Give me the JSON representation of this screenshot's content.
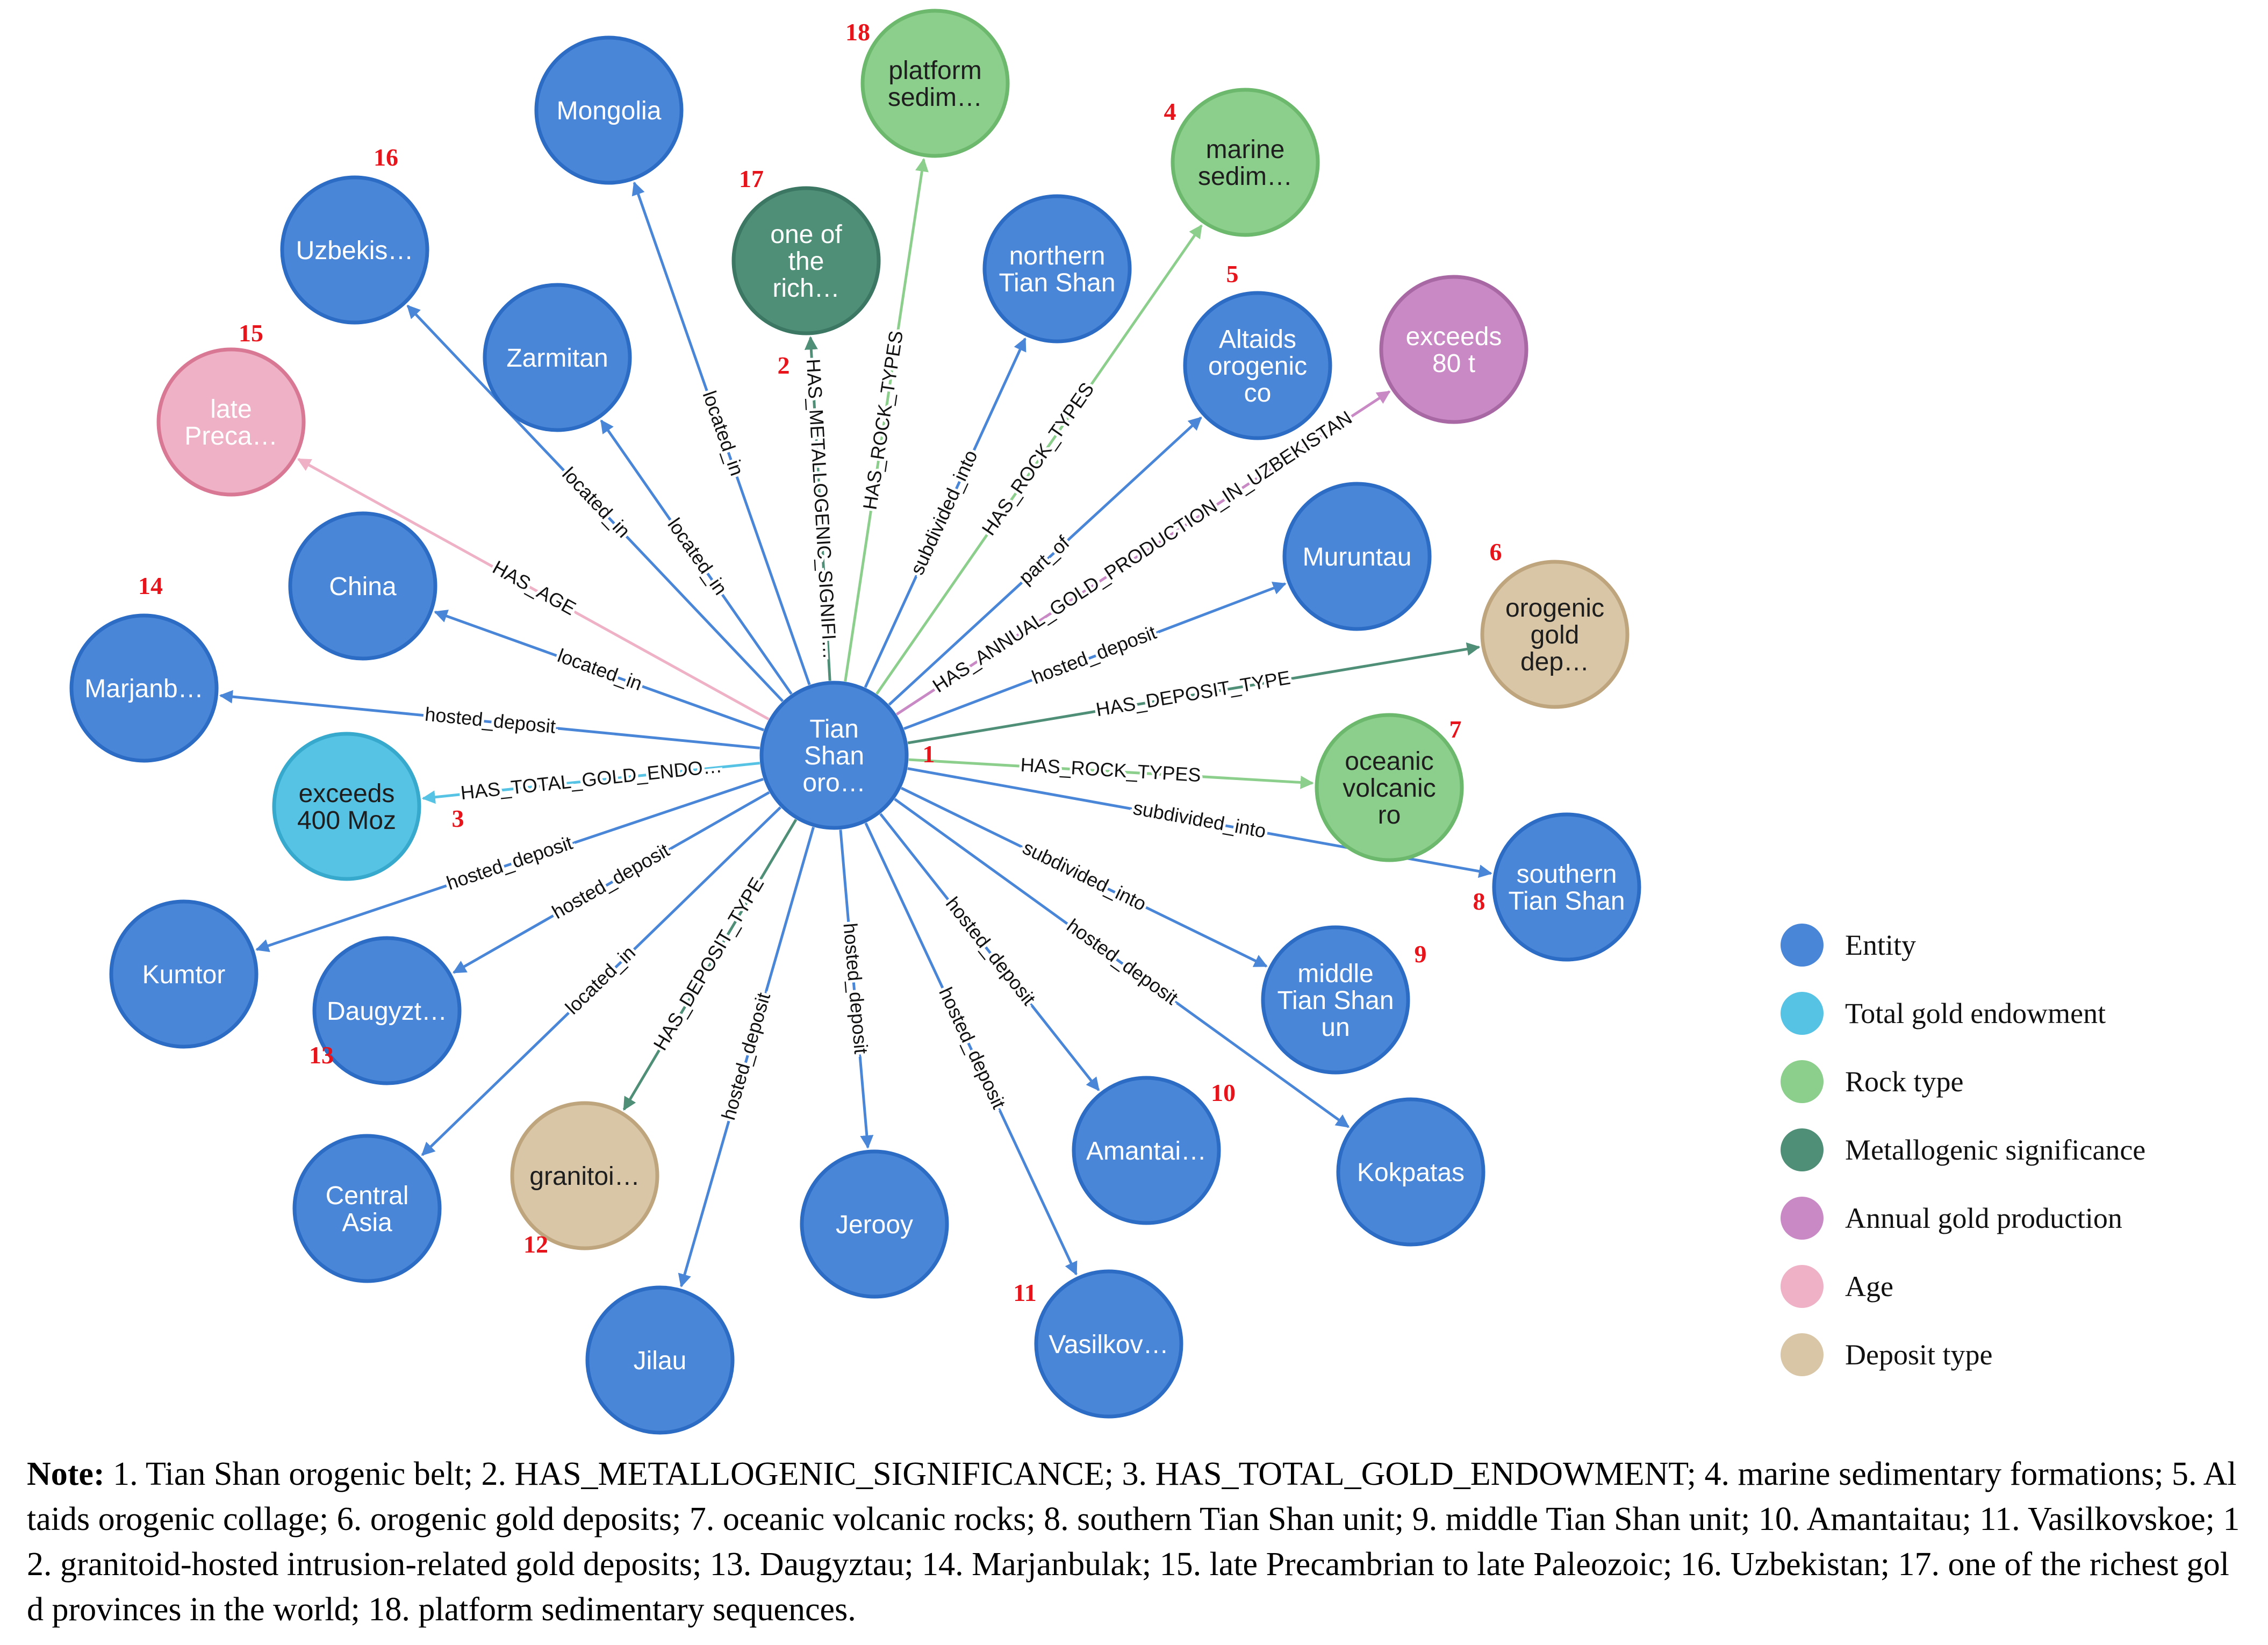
{
  "colors": {
    "Entity": "#4a86d8",
    "Total gold endowment": "#56c3e4",
    "Rock type": "#8cce8c",
    "Metallogenic significance": "#4f8f78",
    "Annual gold production": "#c889c4",
    "Age": "#eeb1c6",
    "Deposit type": "#d8c6a6"
  },
  "strokes": {
    "Entity": "#2c6cc4",
    "Total gold endowment": "#36a9cc",
    "Rock type": "#6cb86c",
    "Metallogenic significance": "#3b7762",
    "Annual gold production": "#a868a4",
    "Age": "#d97895",
    "Deposit type": "#bea57d"
  },
  "edge_colors": {
    "Entity": "#4a86d8",
    "Total gold endowment": "#56c3e4",
    "Rock type": "#8cce8c",
    "Metallogenic significance": "#4f8f78",
    "Annual gold production": "#c889c4",
    "Age": "#eeb1c6",
    "Deposit type": "#4f8f78"
  },
  "center": {
    "id": "tianshan",
    "lines": [
      "Tian",
      "Shan",
      "oro…"
    ],
    "type": "Entity",
    "number": "1"
  },
  "nodes": [
    {
      "id": "mongolia",
      "lines": [
        "Mongolia"
      ],
      "type": "Entity",
      "edge": "located_in",
      "number": ""
    },
    {
      "id": "platform",
      "lines": [
        "platform",
        "sedim…"
      ],
      "type": "Rock type",
      "edge": "HAS_ROCK_TYPES",
      "number": "18"
    },
    {
      "id": "marine",
      "lines": [
        "marine",
        "sedim…"
      ],
      "type": "Rock type",
      "edge": "HAS_ROCK_TYPES",
      "number": "4"
    },
    {
      "id": "uzbekistan",
      "lines": [
        "Uzbekis…"
      ],
      "type": "Entity",
      "edge": "located_in",
      "number": "16"
    },
    {
      "id": "richest",
      "lines": [
        "one of",
        "the",
        "rich…"
      ],
      "type": "Metallogenic significance",
      "edge": "HAS_METALLOGENIC_SIGNIFI…",
      "number": "17",
      "edge_number": "2"
    },
    {
      "id": "northern",
      "lines": [
        "northern",
        "Tian Shan"
      ],
      "type": "Entity",
      "edge": "subdivided_into",
      "number": ""
    },
    {
      "id": "zarmitan",
      "lines": [
        "Zarmitan"
      ],
      "type": "Entity",
      "edge": "located_in",
      "number": ""
    },
    {
      "id": "altaids",
      "lines": [
        "Altaids",
        "orogenic",
        "co"
      ],
      "type": "Entity",
      "edge": "part_of",
      "number": "5"
    },
    {
      "id": "exceeds80",
      "lines": [
        "exceeds",
        "80 t"
      ],
      "type": "Annual gold production",
      "edge": "HAS_ANNUAL_GOLD_PRODUCTION_IN_UZBEKISTAN",
      "number": ""
    },
    {
      "id": "lateprec",
      "lines": [
        "late",
        "Preca…"
      ],
      "type": "Age",
      "edge": "HAS_AGE",
      "number": "15"
    },
    {
      "id": "china",
      "lines": [
        "China"
      ],
      "type": "Entity",
      "edge": "located_in",
      "number": ""
    },
    {
      "id": "muruntau",
      "lines": [
        "Muruntau"
      ],
      "type": "Entity",
      "edge": "hosted_deposit",
      "number": ""
    },
    {
      "id": "orogenic",
      "lines": [
        "orogenic",
        "gold",
        "dep…"
      ],
      "type": "Deposit type",
      "edge": "HAS_DEPOSIT_TYPE",
      "number": "6"
    },
    {
      "id": "marjanbulak",
      "lines": [
        "Marjanb…"
      ],
      "type": "Entity",
      "edge": "hosted_deposit",
      "number": "14"
    },
    {
      "id": "oceanic",
      "lines": [
        "oceanic",
        "volcanic",
        "ro"
      ],
      "type": "Rock type",
      "edge": "HAS_ROCK_TYPES",
      "number": "7"
    },
    {
      "id": "exceeds400",
      "lines": [
        "exceeds",
        "400 Moz"
      ],
      "type": "Total gold endowment",
      "edge": "HAS_TOTAL_GOLD_ENDO…",
      "number": "3"
    },
    {
      "id": "southern",
      "lines": [
        "southern",
        "Tian Shan"
      ],
      "type": "Entity",
      "edge": "subdivided_into",
      "number": "8"
    },
    {
      "id": "kumtor",
      "lines": [
        "Kumtor"
      ],
      "type": "Entity",
      "edge": "hosted_deposit",
      "number": ""
    },
    {
      "id": "daugyztau",
      "lines": [
        "Daugyzt…"
      ],
      "type": "Entity",
      "edge": "hosted_deposit",
      "number": "13"
    },
    {
      "id": "middle",
      "lines": [
        "middle",
        "Tian Shan",
        "un"
      ],
      "type": "Entity",
      "edge": "subdivided_into",
      "number": "9"
    },
    {
      "id": "centralasia",
      "lines": [
        "Central",
        "Asia"
      ],
      "type": "Entity",
      "edge": "located_in",
      "number": ""
    },
    {
      "id": "granitoid",
      "lines": [
        "granitoi…"
      ],
      "type": "Deposit type",
      "edge": "HAS_DEPOSIT_TYPE",
      "number": "12"
    },
    {
      "id": "jerooy",
      "lines": [
        "Jerooy"
      ],
      "type": "Entity",
      "edge": "hosted_deposit",
      "number": ""
    },
    {
      "id": "amantaitau",
      "lines": [
        "Amantai…"
      ],
      "type": "Entity",
      "edge": "hosted_deposit",
      "number": "10"
    },
    {
      "id": "kokpatas",
      "lines": [
        "Kokpatas"
      ],
      "type": "Entity",
      "edge": "hosted_deposit",
      "number": ""
    },
    {
      "id": "jilau",
      "lines": [
        "Jilau"
      ],
      "type": "Entity",
      "edge": "hosted_deposit",
      "number": ""
    },
    {
      "id": "vasilkovskoe",
      "lines": [
        "Vasilkov…"
      ],
      "type": "Entity",
      "edge": "hosted_deposit",
      "number": "11"
    }
  ],
  "legend": [
    {
      "label": "Entity",
      "type": "Entity"
    },
    {
      "label": "Total gold endowment",
      "type": "Total gold endowment"
    },
    {
      "label": "Rock type",
      "type": "Rock type"
    },
    {
      "label": "Metallogenic significance",
      "type": "Metallogenic significance"
    },
    {
      "label": "Annual gold production",
      "type": "Annual gold production"
    },
    {
      "label": "Age",
      "type": "Age"
    },
    {
      "label": "Deposit type",
      "type": "Deposit type"
    }
  ],
  "note": {
    "label": "Note:",
    "text": " 1. Tian Shan orogenic belt; 2. HAS_METALLOGENIC_SIGNIFICANCE; 3. HAS_TOTAL_GOLD_ENDOWMENT; 4. marine sedimentary formations; 5. Altaids orogenic collage; 6. orogenic gold deposits; 7. oceanic volcanic rocks; 8. southern Tian Shan unit; 9. middle Tian Shan unit; 10. Amantaitau; 11. Vasilkovskoe; 12. granitoid-hosted intrusion-related gold deposits; 13. Daugyztau; 14. Marjanbulak; 15. late Precambrian to late Paleozoic; 16. Uzbekistan; 17. one of the richest gold provinces in the world; 18. platform sedimentary sequences."
  }
}
